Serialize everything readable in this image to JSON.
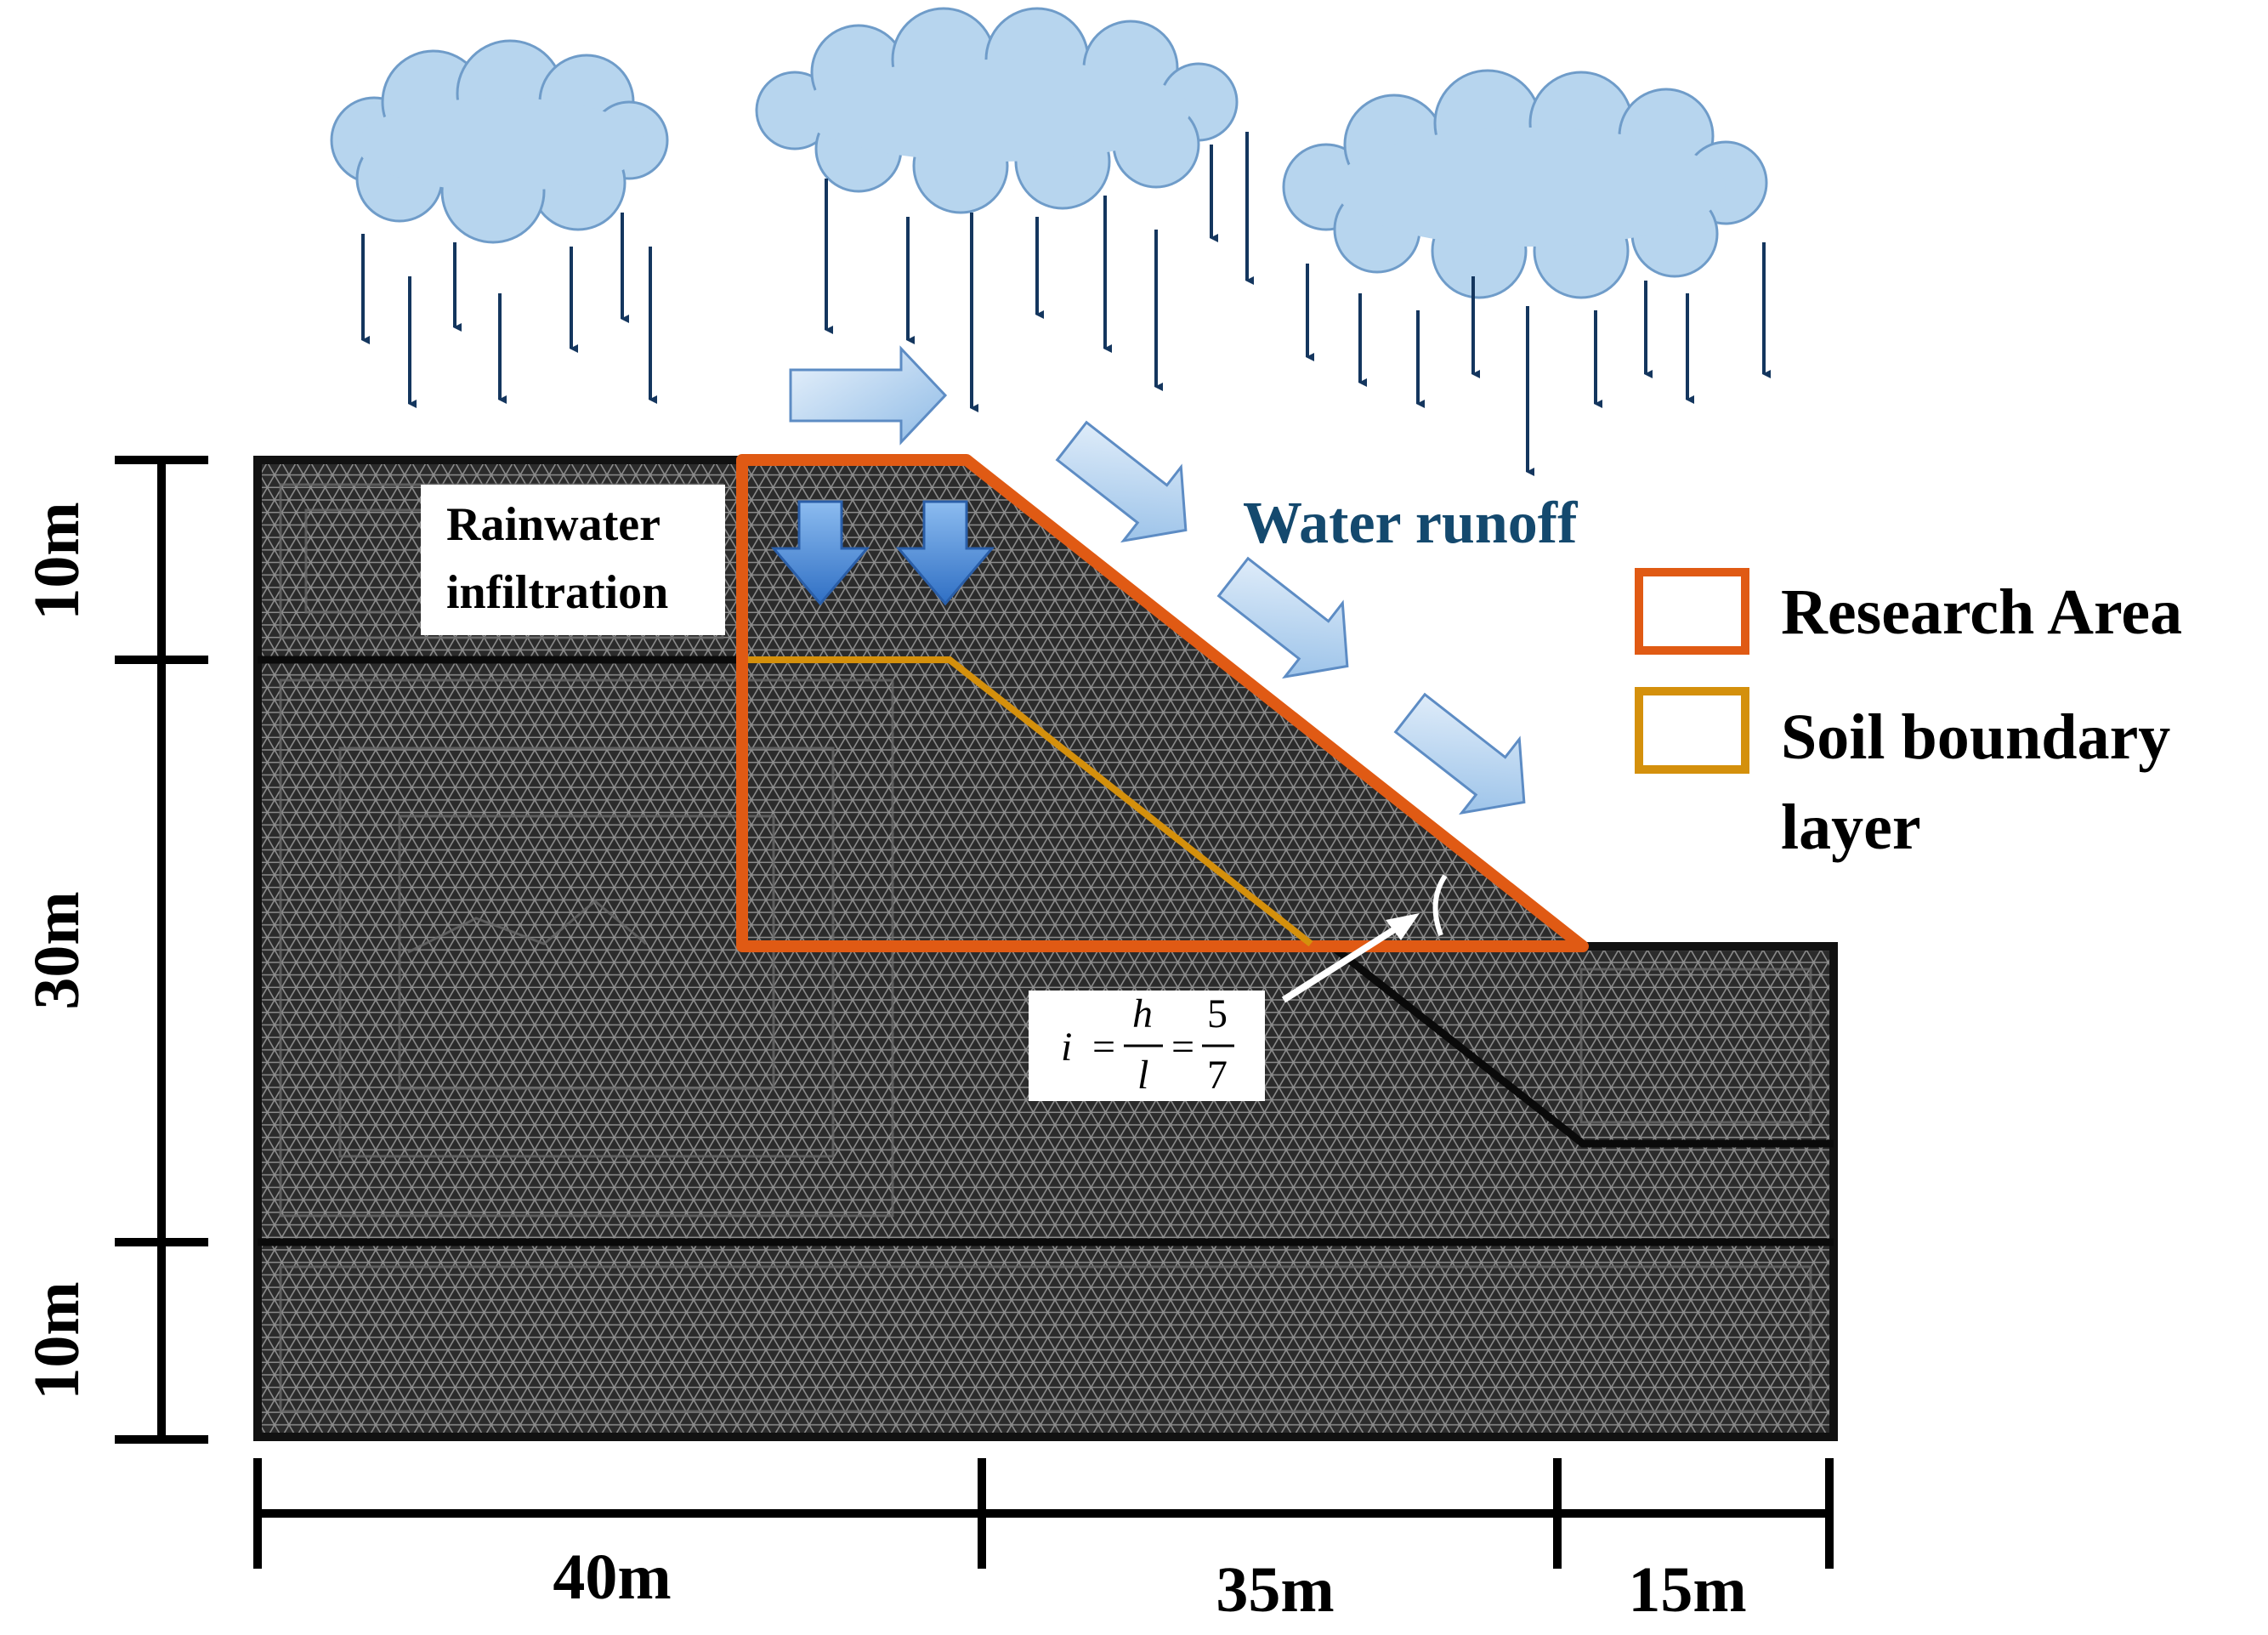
{
  "labels": {
    "rainwater_line1": "Rainwater",
    "rainwater_line2": "infiltration",
    "water_runoff": "Water runoff",
    "slope_formula_i": "i",
    "slope_formula_h": "h",
    "slope_formula_l": "l",
    "slope_formula_num": "5",
    "slope_formula_den": "7",
    "eq": "="
  },
  "legend": {
    "research_area": "Research Area",
    "soil_boundary_line1": "Soil boundary",
    "soil_boundary_line2": "layer"
  },
  "dimensions": {
    "vertical": [
      "10m",
      "30m",
      "10m"
    ],
    "horizontal": [
      "40m",
      "35m",
      "15m"
    ]
  },
  "colors": {
    "mesh": "#2b2b2b",
    "research_area": "#e05a14",
    "soil_boundary": "#d4900c",
    "runoff_text": "#14496e",
    "cloud": "#b7d5ee",
    "cloud_stroke": "#6f9cc9",
    "rain": "#14365e",
    "arrow_fill": "#bcd8f2",
    "arrow_stroke": "#5d8cc4",
    "down_arrow": "#3f7fd0"
  }
}
